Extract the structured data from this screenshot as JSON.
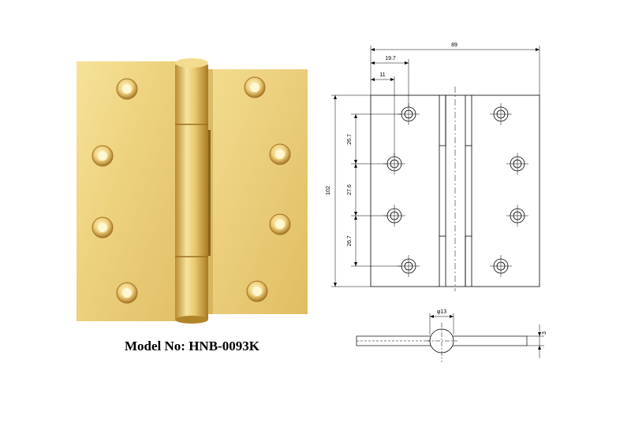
{
  "caption": "Model No: HNB-0093K",
  "colors": {
    "brass_light": "#f2d98a",
    "brass_mid": "#e3c060",
    "brass_dark": "#b8892c",
    "line": "#000000"
  },
  "dimensions": {
    "overall_width": "89",
    "hole_offset_outer": "19.7",
    "hole_offset_inner": "11",
    "height": "102",
    "spacing_1": "26.7",
    "spacing_2": "27.6",
    "spacing_3": "26.7",
    "knuckle_diameter": "φ13",
    "leaf_thickness": "3"
  }
}
